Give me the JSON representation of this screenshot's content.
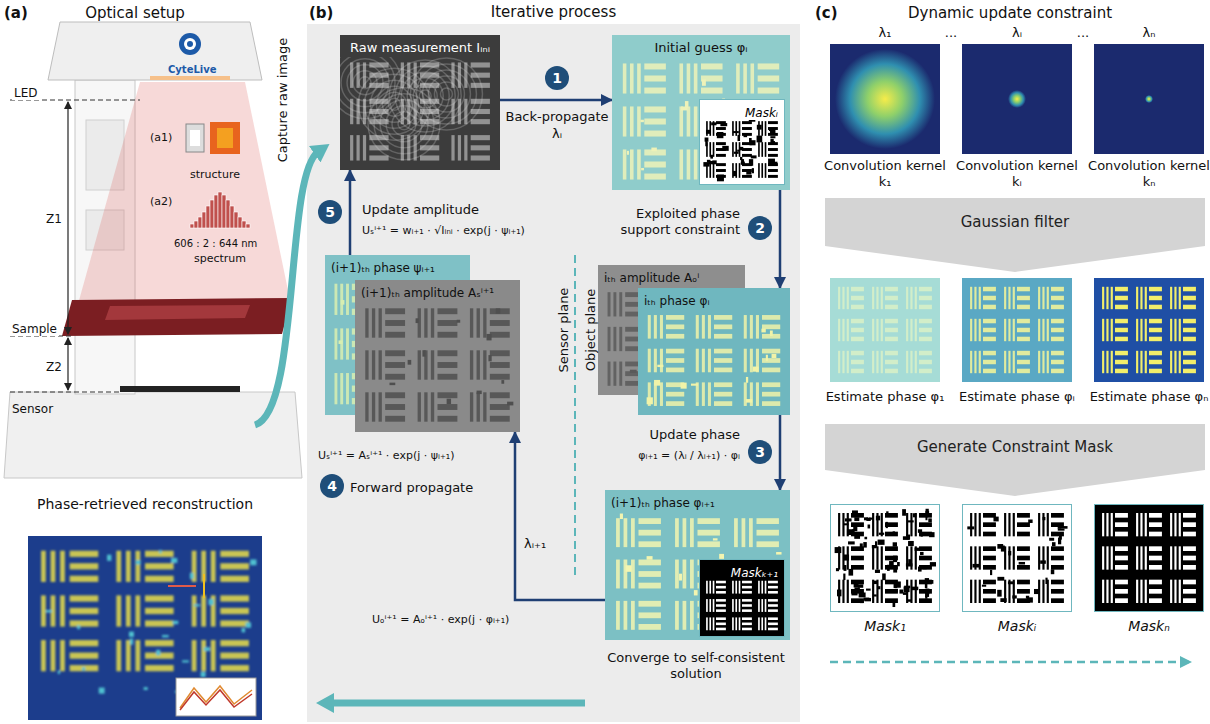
{
  "diagram": {
    "nodes": [
      {
        "text": [
          "Phase-retrieved reconstruction"
        ]
      },
      {
        "text": [
          "Iterative process"
        ]
      },
      {
        "text": [
          "Raw measurement Iᵢₙᵢ"
        ],
        "in": 1
      },
      {
        "text": [
          "Initial guess φᵢ"
        ],
        "in": 1
      },
      {
        "text": [
          "Maskᵢ"
        ],
        "in": 3
      },
      {
        "text": [
          "iₜₕ amplitude Aₒⁱ"
        ],
        "in": 1
      },
      {
        "text": [
          "iₜₕ phase φᵢ"
        ],
        "in": 1
      },
      {
        "text": [
          "(i+1)ₜₕ phase φᵢ₊₁"
        ],
        "in": 1
      },
      {
        "text": [
          "Maskₖ₊₁"
        ],
        "in": 7
      },
      {
        "text": [
          "(i+1)ₜₕ phase ψᵢ₊₁"
        ],
        "in": 1
      },
      {
        "text": [
          "(i+1)ₜₕ amplitude Aₛⁱ⁺¹"
        ],
        "in": 1
      },
      {
        "text": [
          "1"
        ],
        "in": 1
      },
      {
        "text": [
          "2"
        ],
        "in": 1
      },
      {
        "text": [
          "3"
        ],
        "in": 1
      },
      {
        "text": [
          "4"
        ],
        "in": 1
      },
      {
        "text": [
          "5"
        ],
        "in": 1
      },
      {
        "text": [
          "Convolution kernel k₁"
        ]
      },
      {
        "text": [
          "Convolution kernel kᵢ"
        ]
      },
      {
        "text": [
          "Convolution kernel kₙ"
        ]
      },
      {
        "text": [
          "Gaussian filter"
        ]
      },
      {
        "text": [
          "Estimate phase φ₁"
        ]
      },
      {
        "text": [
          "Estimate phase φᵢ"
        ]
      },
      {
        "text": [
          "Estimate phase φₙ"
        ]
      },
      {
        "text": [
          "Generate Constraint Mask"
        ]
      },
      {
        "text": [
          "Mask₁"
        ]
      },
      {
        "text": [
          "Maskᵢ"
        ]
      },
      {
        "text": [
          "Maskₙ"
        ]
      }
    ],
    "edges": [
      {
        "from": 2,
        "to": 3,
        "arrow": "to",
        "label": "Back-propagate"
      },
      {
        "from": 3,
        "to": 6,
        "arrow": "to",
        "label": "Exploited phase support constraint"
      },
      {
        "from": 6,
        "to": 7,
        "arrow": "to",
        "label": "Update phase"
      },
      {
        "from": 7,
        "to": 10,
        "arrow": "to",
        "label": "Forward propagate"
      },
      {
        "from": 9,
        "to": 2,
        "arrow": "to",
        "label": "Update amplitude"
      }
    ],
    "labels": [
      "(a)",
      "Optical setup",
      "CyteLive",
      "LED",
      "Z1",
      "Sample",
      "Z2",
      "Sensor",
      "(a1)",
      "structure",
      "(a2)",
      "606 : 2 : 644 nm",
      "spectrum",
      "Capture raw image",
      "(b)",
      "λᵢ",
      "φᵢ₊₁ = (λᵢ / λᵢ₊₁) · φᵢ",
      "Uₒⁱ⁺¹ = Aₒⁱ⁺¹ · exp(j · φᵢ₊₁)",
      "λᵢ₊₁",
      "Uₛⁱ⁺¹ = Aₛⁱ⁺¹ · exp(j · ψᵢ₊₁)",
      "Uₛⁱ⁺¹ = wᵢ₊₁ · √Iᵢₙᵢ · exp(j · ψᵢ₊₁)",
      "Sensor plane",
      "Object plane",
      "Converge to self-consistent solution",
      "(c)",
      "Dynamic update constraint",
      "λ₁",
      "...",
      "λᵢ",
      "...",
      "λₙ"
    ]
  }
}
